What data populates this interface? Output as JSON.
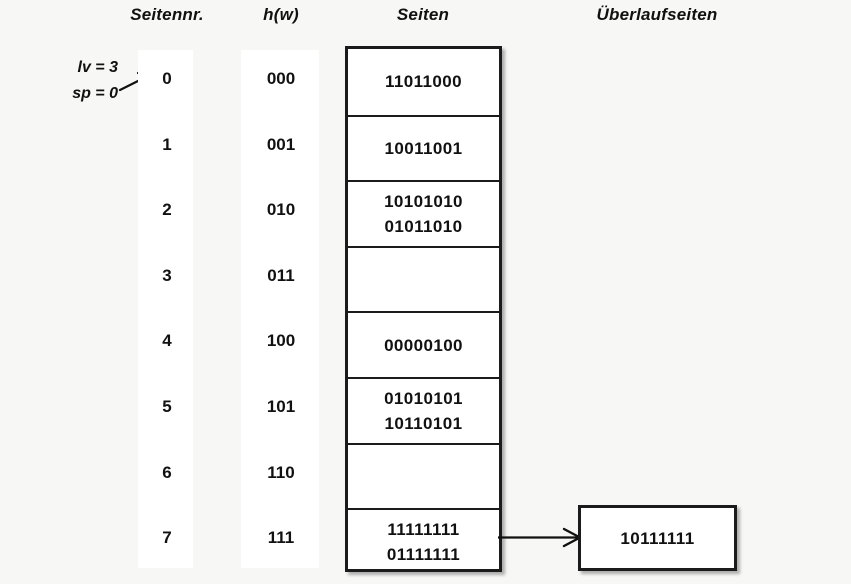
{
  "headers": {
    "seitennr": "Seitennr.",
    "hw": "h(w)",
    "seiten": "Seiten",
    "ueberlaufseiten": "Überlaufseiten"
  },
  "annotation": {
    "lv": "lv = 3",
    "sp": "sp = 0",
    "arrow_icon": "arrow-up-right-icon"
  },
  "colors": {
    "background": "#f7f7f6",
    "strip": "#ffffff",
    "border": "#1b1b1b",
    "text": "#111111"
  },
  "columns": {
    "seitennr": [
      "0",
      "1",
      "2",
      "3",
      "4",
      "5",
      "6",
      "7"
    ],
    "hw": [
      "000",
      "001",
      "010",
      "011",
      "100",
      "101",
      "110",
      "111"
    ]
  },
  "seiten": [
    {
      "index": 0,
      "lines": [
        "11011000"
      ]
    },
    {
      "index": 1,
      "lines": [
        "10011001"
      ]
    },
    {
      "index": 2,
      "lines": [
        "10101010",
        "01011010"
      ]
    },
    {
      "index": 3,
      "lines": []
    },
    {
      "index": 4,
      "lines": [
        "00000100"
      ]
    },
    {
      "index": 5,
      "lines": [
        "01010101",
        "10110101"
      ]
    },
    {
      "index": 6,
      "lines": []
    },
    {
      "index": 7,
      "lines": [
        "11111111",
        "01111111"
      ]
    }
  ],
  "ueberlaufseiten": [
    {
      "from_row": 7,
      "lines": [
        "10111111"
      ]
    }
  ],
  "connector": {
    "icon": "arrow-right-icon",
    "from": "seiten-row-7",
    "to": "overflow-page-0"
  }
}
